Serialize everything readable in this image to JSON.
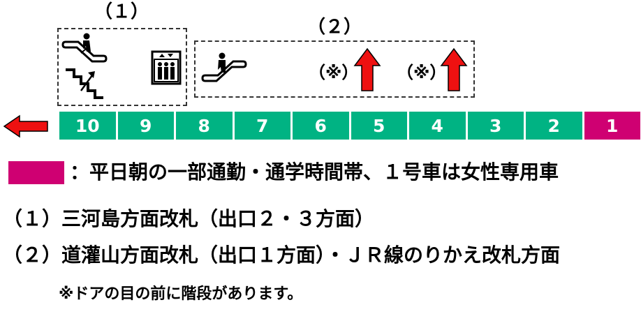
{
  "colors": {
    "regular_car": "#00b383",
    "women_car": "#cf0072",
    "arrow": "#ee1111"
  },
  "groups": [
    {
      "label": "（１）",
      "icons": [
        "escalator-icon",
        "stairs-up-icon",
        "elevator-icon"
      ]
    },
    {
      "label": "（２）",
      "icons": [
        "escalator-icon",
        "up-arrow-icon",
        "up-arrow-icon"
      ]
    }
  ],
  "door_marks": [
    "（※）",
    "（※）"
  ],
  "cars": [
    {
      "number": "10",
      "type": "regular"
    },
    {
      "number": "9",
      "type": "regular"
    },
    {
      "number": "8",
      "type": "regular"
    },
    {
      "number": "7",
      "type": "regular"
    },
    {
      "number": "6",
      "type": "regular"
    },
    {
      "number": "5",
      "type": "regular"
    },
    {
      "number": "4",
      "type": "regular"
    },
    {
      "number": "3",
      "type": "regular"
    },
    {
      "number": "2",
      "type": "regular"
    },
    {
      "number": "1",
      "type": "women"
    }
  ],
  "direction_icon": "left-arrow-icon",
  "legend": {
    "text": "：平日朝の一部通勤・通学時間帯、１号車は女性専用車"
  },
  "notes": [
    "（１）三河島方面改札（出口２・３方面）",
    "（２）道灌山方面改札（出口１方面）・ＪＲ線のりかえ改札方面"
  ],
  "footnote": "※ドアの目の前に階段があります。"
}
